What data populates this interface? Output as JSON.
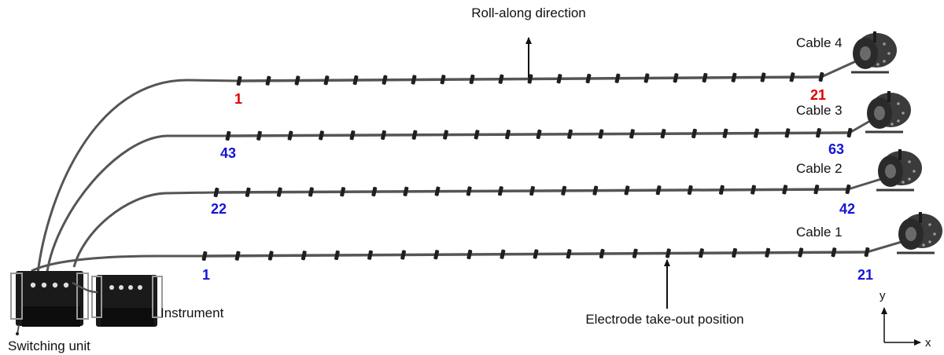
{
  "title": "Roll-along direction",
  "cables": [
    {
      "label": "Cable 4",
      "start_number": "1",
      "end_number": "21",
      "number_color": "#e00000"
    },
    {
      "label": "Cable 3",
      "start_number": "43",
      "end_number": "63",
      "number_color": "#1414d8"
    },
    {
      "label": "Cable 2",
      "start_number": "22",
      "end_number": "42",
      "number_color": "#1414d8"
    },
    {
      "label": "Cable 1",
      "start_number": "1",
      "end_number": "21",
      "number_color": "#1414d8"
    }
  ],
  "electrodes_per_cable": 21,
  "labels": {
    "instrument": "Instrument",
    "switching_unit": "Switching unit",
    "takeout": "Electrode take-out position"
  },
  "axes": {
    "x": "x",
    "y": "y"
  },
  "colors": {
    "cable": "#555555",
    "electrode": "#1f1f1f",
    "reel": "#3b3b3b",
    "box": "#1a1a1a"
  },
  "icons": [
    "cable-reel-icon",
    "instrument-icon",
    "switching-unit-icon",
    "axis-arrow-icon"
  ]
}
